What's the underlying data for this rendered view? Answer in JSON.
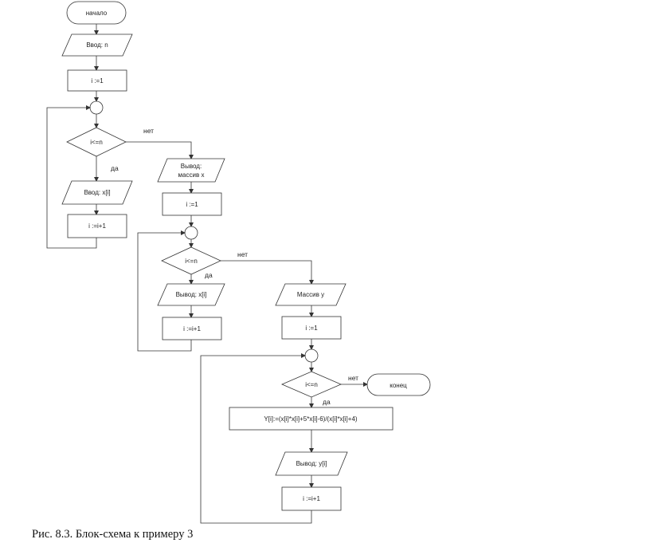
{
  "diagram": {
    "start_label": "начало",
    "end_label": "конец",
    "loop1": {
      "input_n": "Ввод: n",
      "init": "i :=1",
      "condition": "i<=n",
      "yes": "да",
      "no": "нет",
      "input_x": "Ввод: x[i]",
      "increment": "i :=i+1"
    },
    "output_array_x": [
      "Вывод:",
      "массив x"
    ],
    "loop2": {
      "init": "i :=1",
      "condition": "i<=n",
      "yes": "да",
      "no": "нет",
      "output_x": "Вывод: x[i]",
      "increment": "i :=i+1"
    },
    "array_y": "Массив y",
    "loop3": {
      "init": "i :=1",
      "condition": "i<=n",
      "yes": "да",
      "no": "нет",
      "formula": "Y[i]:=(x[i]*x[i]+5*x[i]-6)/(x[i]*x[i]+4)",
      "output_y": "Вывод: y[i]",
      "increment": "i :=i+1"
    }
  },
  "caption": "Рис. 8.3. Блок-схема к примеру 3"
}
